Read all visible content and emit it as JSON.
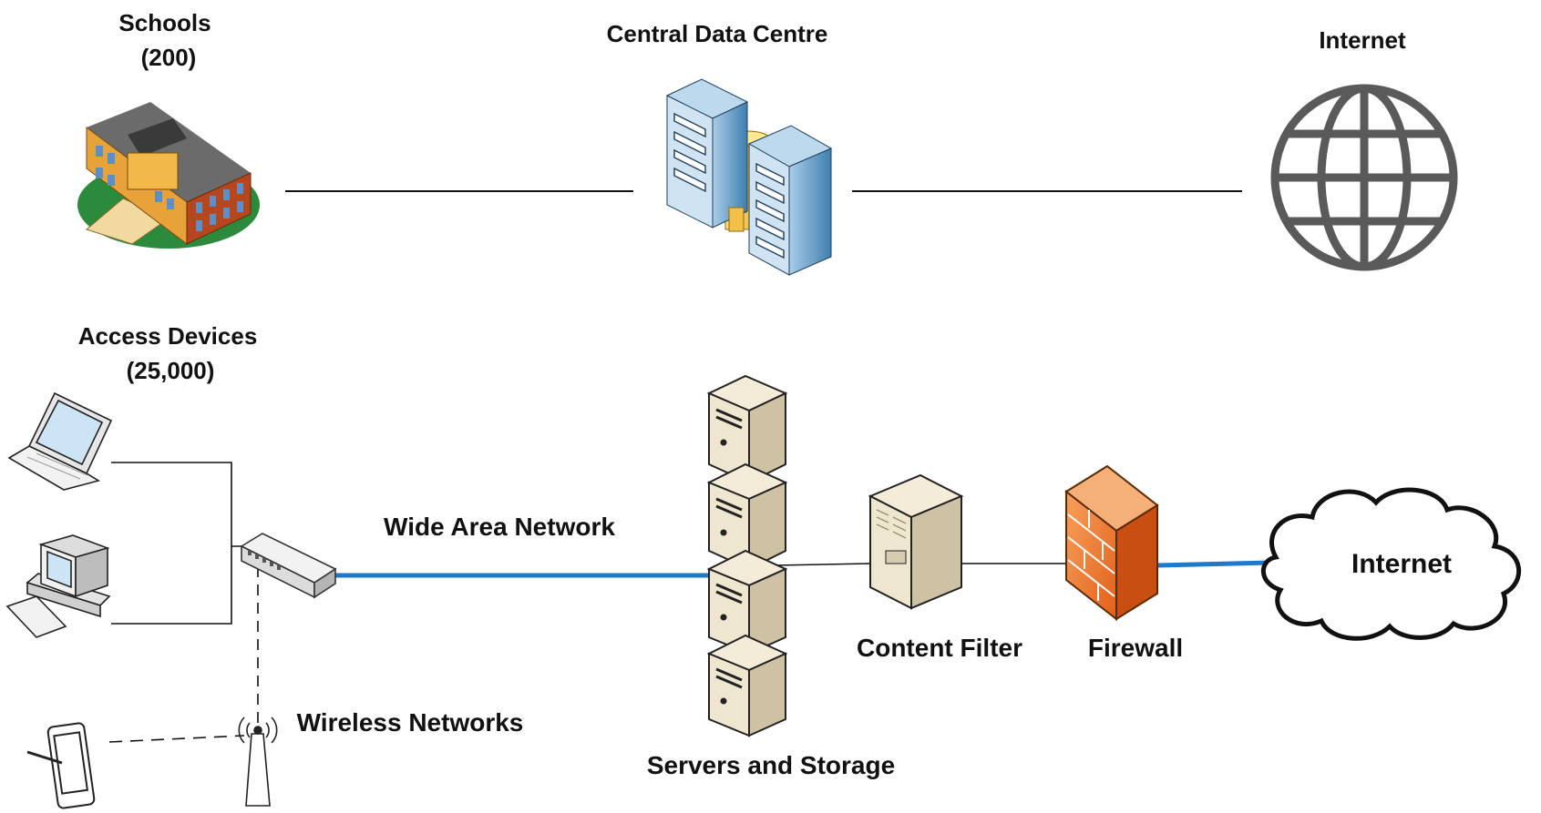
{
  "top_row": {
    "schools": {
      "line1": "Schools",
      "line2": "(200)"
    },
    "central_data_centre": {
      "label": "Central Data Centre"
    },
    "internet": {
      "label": "Internet"
    }
  },
  "bottom_row": {
    "access_devices": {
      "line1": "Access Devices",
      "line2": "(25,000)"
    },
    "wide_area_network": {
      "label": "Wide Area Network"
    },
    "wireless_networks": {
      "label": "Wireless Networks"
    },
    "servers_and_storage": {
      "label": "Servers and Storage"
    },
    "content_filter": {
      "label": "Content Filter"
    },
    "firewall": {
      "label": "Firewall"
    },
    "internet_cloud": {
      "label": "Internet"
    }
  },
  "colors": {
    "wan_link": "#1f78c8",
    "line": "#111111",
    "globe": "#5a5a5a",
    "firewall": "#f07a2a",
    "server_beige": "#e8dcc2",
    "datacentre_blue": "#6fa6cf"
  }
}
